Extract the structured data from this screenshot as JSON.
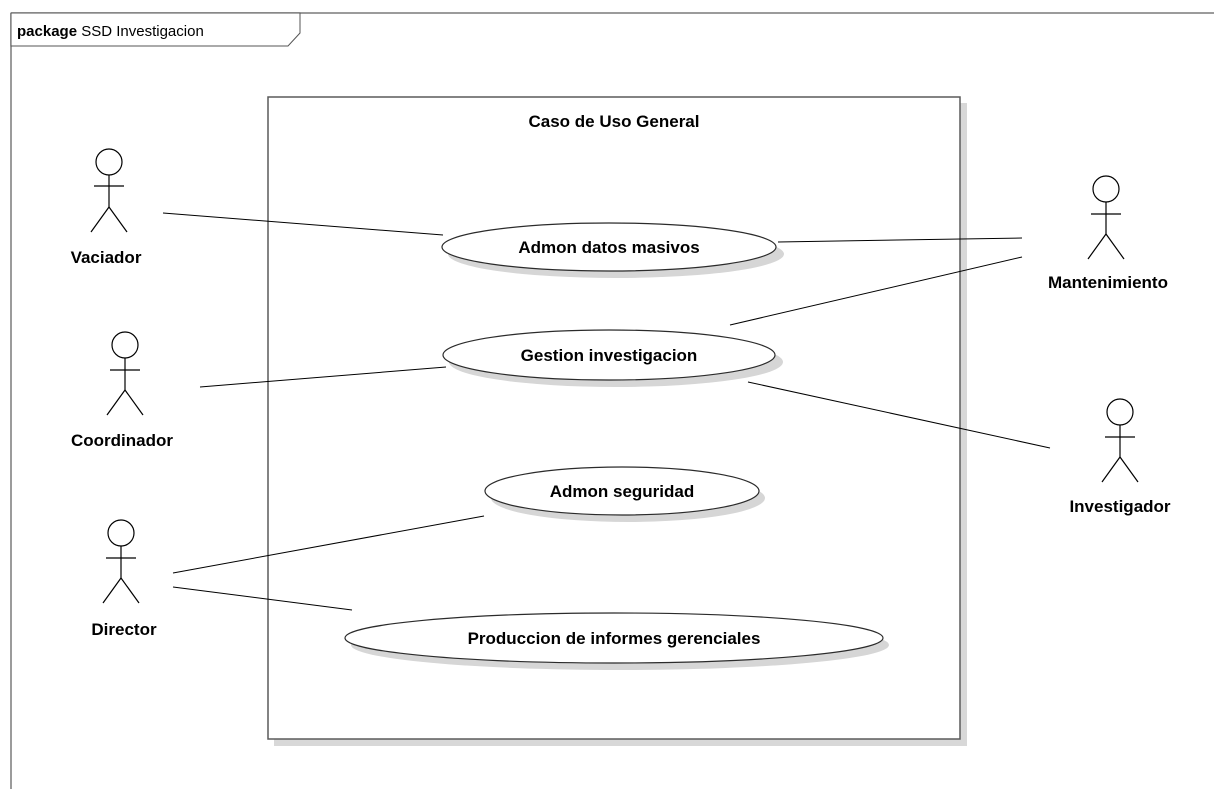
{
  "package": {
    "keyword": "package",
    "name": "SSD Investigacion"
  },
  "boundary": {
    "title": "Caso de Uso General"
  },
  "use_cases": [
    {
      "id": "admon-datos-masivos",
      "label": "Admon datos masivos"
    },
    {
      "id": "gestion-investigacion",
      "label": "Gestion investigacion"
    },
    {
      "id": "admon-seguridad",
      "label": "Admon seguridad"
    },
    {
      "id": "produccion-informes",
      "label": "Produccion de informes gerenciales"
    }
  ],
  "actors": [
    {
      "id": "vaciador",
      "label": "Vaciador"
    },
    {
      "id": "coordinador",
      "label": "Coordinador"
    },
    {
      "id": "director",
      "label": "Director"
    },
    {
      "id": "mantenimiento",
      "label": "Mantenimiento"
    },
    {
      "id": "investigador",
      "label": "Investigador"
    }
  ],
  "associations": [
    {
      "from": "Vaciador",
      "to": "Admon datos masivos"
    },
    {
      "from": "Coordinador",
      "to": "Gestion investigacion"
    },
    {
      "from": "Director",
      "to": "Admon seguridad"
    },
    {
      "from": "Director",
      "to": "Produccion de informes gerenciales"
    },
    {
      "from": "Mantenimiento",
      "to": "Admon datos masivos"
    },
    {
      "from": "Mantenimiento",
      "to": "Gestion investigacion"
    },
    {
      "from": "Investigador",
      "to": "Gestion investigacion"
    }
  ]
}
